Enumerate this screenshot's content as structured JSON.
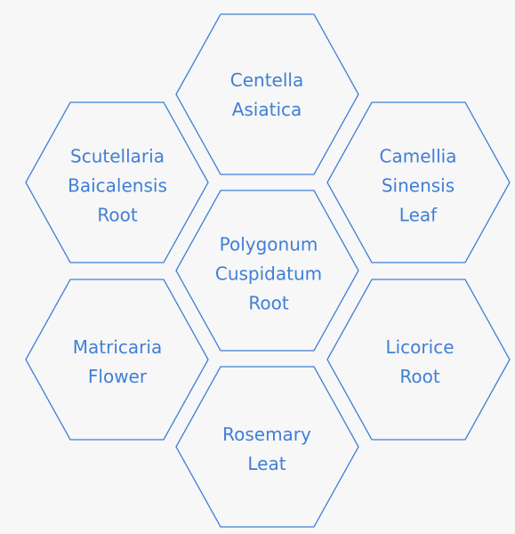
{
  "colors": {
    "background": "#f7f7f7",
    "accent": "#3f7fd6"
  },
  "hexagons": [
    {
      "id": "centella",
      "lines": [
        "Centella",
        "Asiatica"
      ]
    },
    {
      "id": "scutellaria",
      "lines": [
        "Scutellaria",
        "Baicalensis",
        "Root"
      ]
    },
    {
      "id": "camellia",
      "lines": [
        "Camellia",
        "Sinensis",
        "Leaf"
      ]
    },
    {
      "id": "polygonum",
      "lines": [
        "Polygonum",
        "Cuspidatum",
        "Root"
      ]
    },
    {
      "id": "matricaria",
      "lines": [
        "Matricaria",
        "Flower"
      ]
    },
    {
      "id": "licorice",
      "lines": [
        "Licorice",
        "Root"
      ]
    },
    {
      "id": "rosemary",
      "lines": [
        "Rosemary",
        "Leat"
      ]
    }
  ]
}
